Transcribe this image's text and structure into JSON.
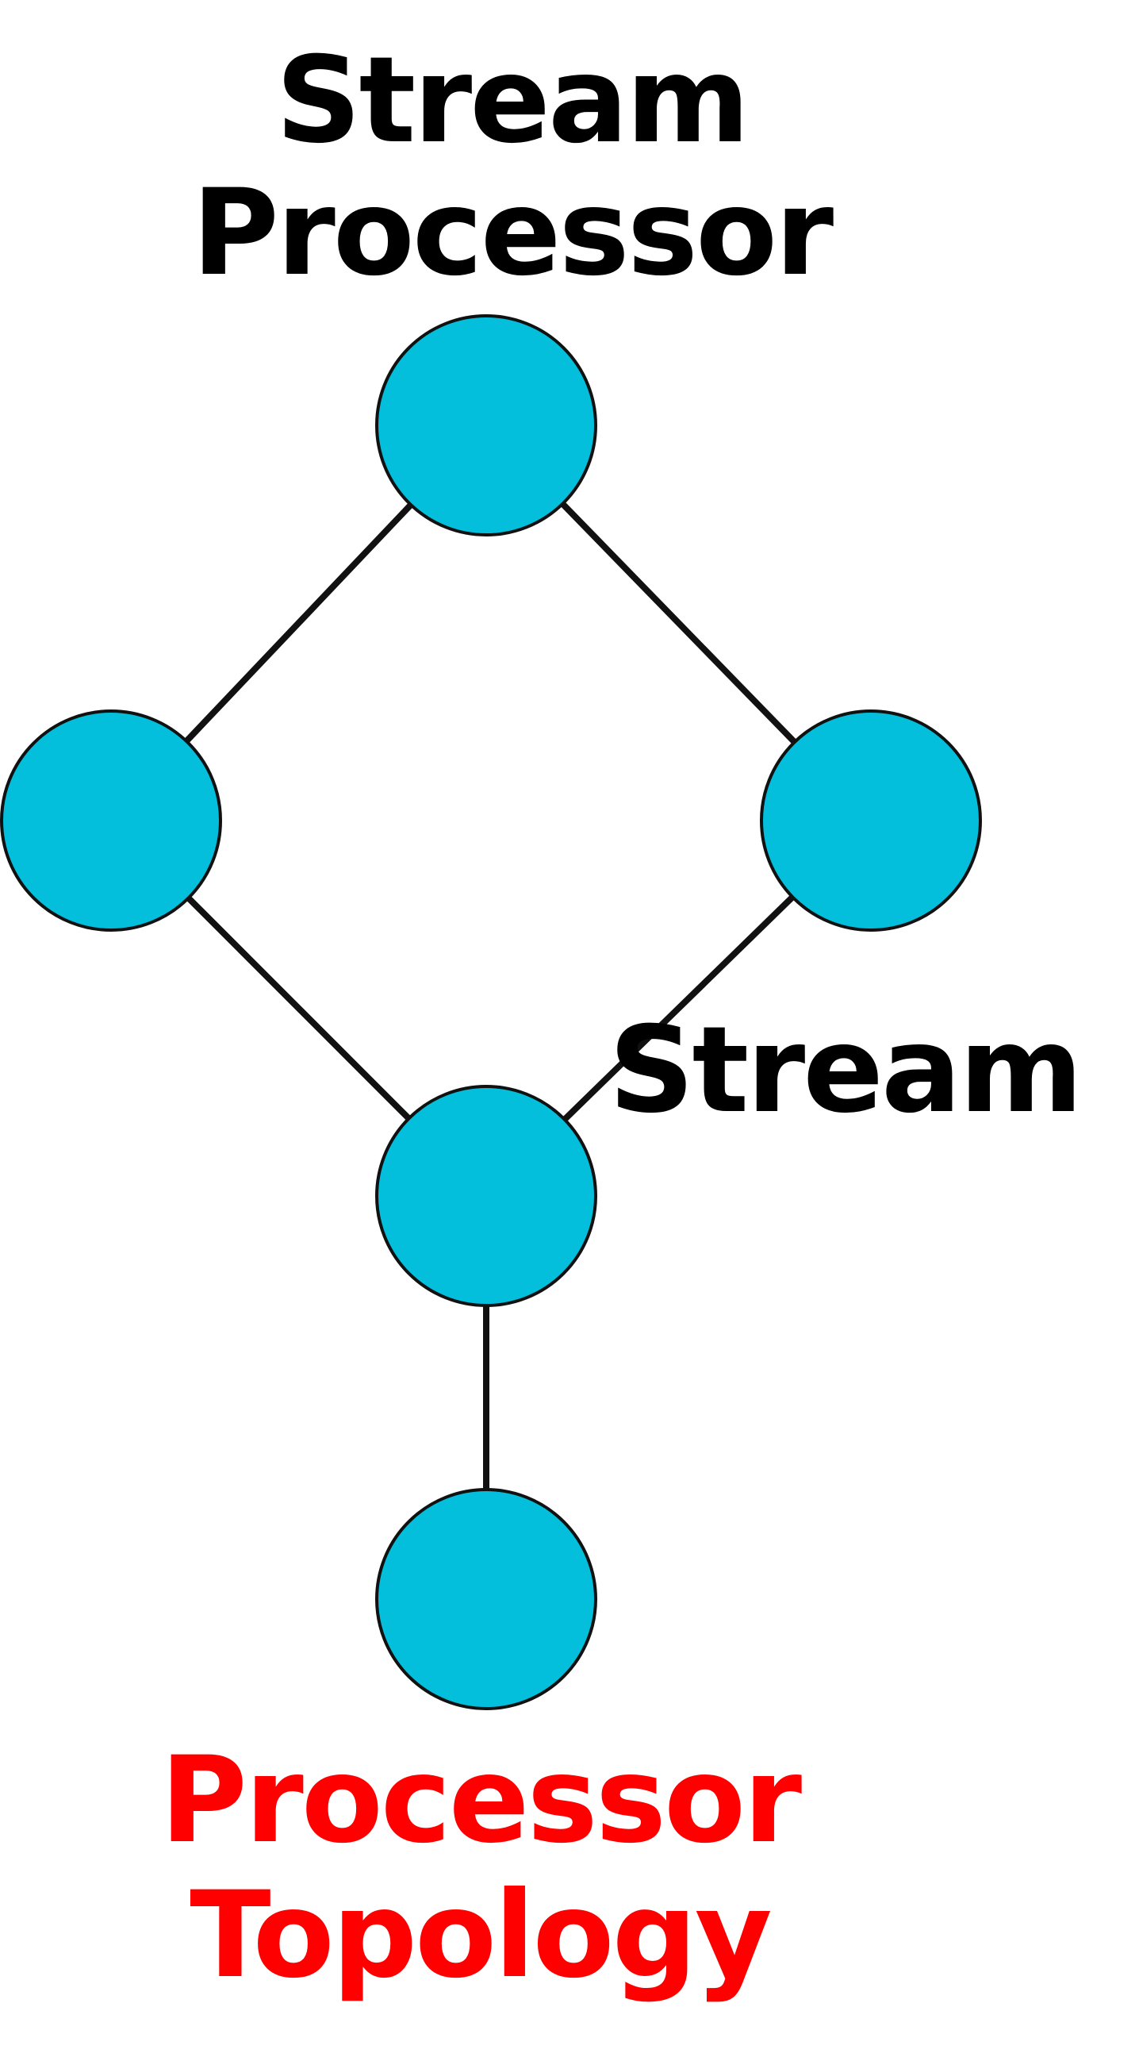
{
  "colors": {
    "node_fill": "#03BFDC",
    "node_stroke": "#111111",
    "edge": "#111111",
    "label_primary": "#000000",
    "label_accent": "#FF0000"
  },
  "labels": {
    "stream_processor_line1": "Stream",
    "stream_processor_line2": "Processor",
    "stream": "Stream",
    "topology_line1": "Processor",
    "topology_line2": "Topology"
  },
  "nodes": [
    {
      "id": "top"
    },
    {
      "id": "left"
    },
    {
      "id": "right"
    },
    {
      "id": "middle"
    },
    {
      "id": "bottom"
    }
  ],
  "edges": [
    {
      "from": "top",
      "to": "left"
    },
    {
      "from": "top",
      "to": "right"
    },
    {
      "from": "left",
      "to": "middle"
    },
    {
      "from": "right",
      "to": "middle"
    },
    {
      "from": "middle",
      "to": "bottom"
    }
  ]
}
